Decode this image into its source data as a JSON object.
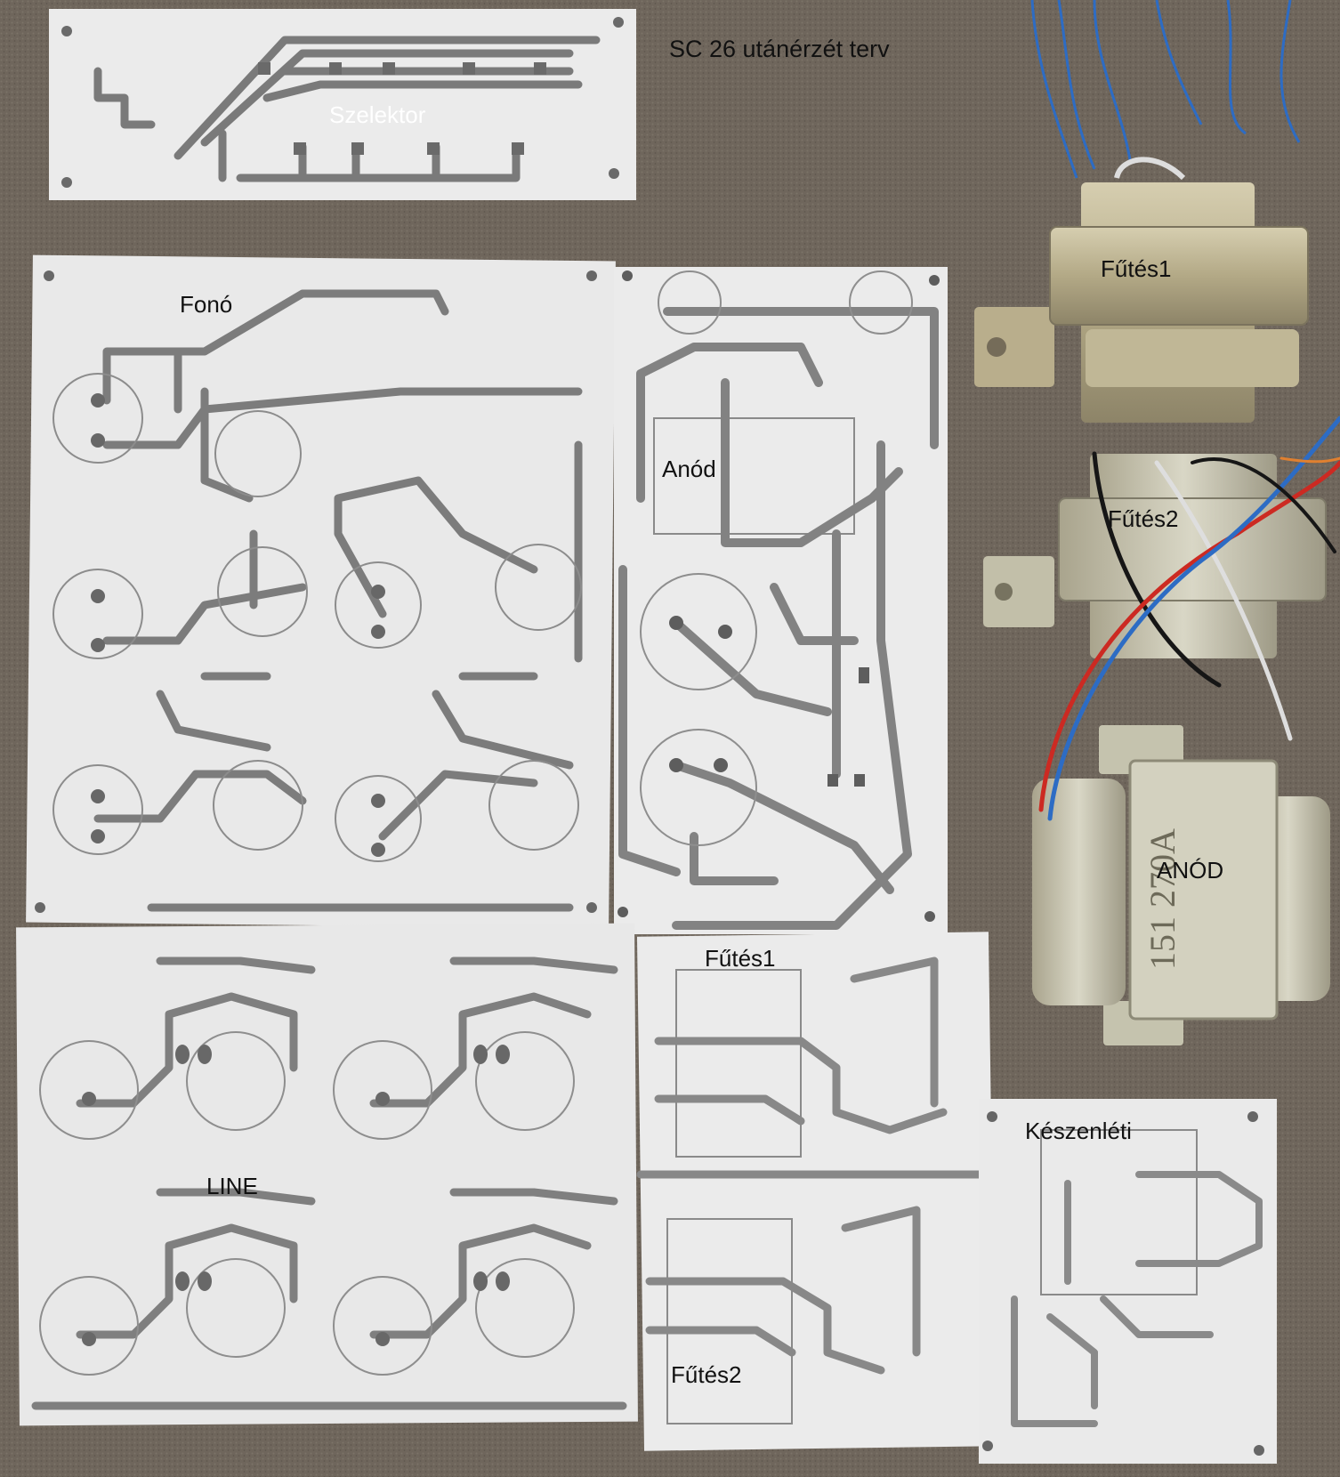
{
  "title": "SC 26 utánérzét terv",
  "boards": {
    "selector": "Szelektor",
    "phono": "Fonó",
    "anode": "Anód",
    "heating1": "Fűtés1",
    "heating2": "Fűtés2",
    "line": "LINE",
    "standby": "Készenléti"
  },
  "transformers": {
    "heating1": "Fűtés1",
    "heating2": "Fűtés2",
    "anode": "ANÓD"
  },
  "colors": {
    "carpet": "#6f665c",
    "paper": "#e9e9e9",
    "trace": "#7a7a7a",
    "transformer_metal": "#b8ad8a",
    "wire_blue": "#2d6cc4",
    "wire_red": "#cc2a22",
    "wire_black": "#161616",
    "wire_white": "#dedede"
  }
}
